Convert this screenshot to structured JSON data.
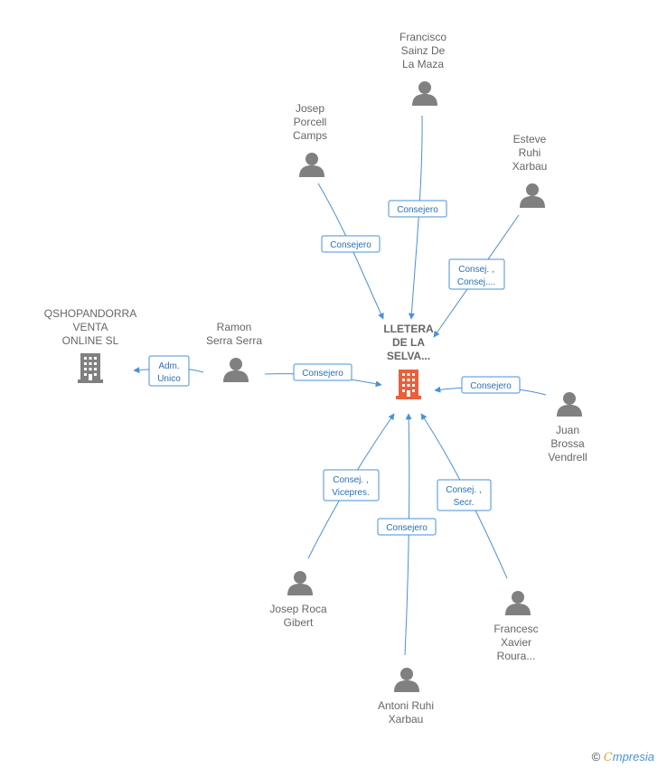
{
  "center": {
    "label_lines": [
      "LLETERA",
      "DE LA",
      "SELVA..."
    ],
    "icon": "building-icon",
    "color": "#e8603c"
  },
  "company": {
    "label_lines": [
      "QSHOPANDORRA",
      "VENTA",
      "ONLINE SL"
    ],
    "icon": "building-icon",
    "color": "#808080"
  },
  "people": [
    {
      "id": "francisco",
      "label_lines": [
        "Francisco",
        "Sainz De",
        "La Maza"
      ],
      "roles": [
        "Consejero"
      ]
    },
    {
      "id": "josep-porcell",
      "label_lines": [
        "Josep",
        "Porcell",
        "Camps"
      ],
      "roles": [
        "Consejero"
      ]
    },
    {
      "id": "esteve",
      "label_lines": [
        "Esteve",
        "Ruhi",
        "Xarbau"
      ],
      "roles": [
        "Consej. ,",
        "Consej...."
      ]
    },
    {
      "id": "ramon",
      "label_lines": [
        "Ramon",
        "Serra Serra"
      ],
      "roles": [
        "Consejero"
      ],
      "extra_roles": [
        "Adm.",
        "Unico"
      ]
    },
    {
      "id": "juan",
      "label_lines": [
        "Juan",
        "Brossa",
        "Vendrell"
      ],
      "roles": [
        "Consejero"
      ]
    },
    {
      "id": "josep-roca",
      "label_lines": [
        "Josep Roca",
        "Gibert"
      ],
      "roles": [
        "Consej. ,",
        "Vicepres."
      ]
    },
    {
      "id": "antoni",
      "label_lines": [
        "Antoni Ruhi",
        "Xarbau"
      ],
      "roles": [
        "Consejero"
      ]
    },
    {
      "id": "francesc",
      "label_lines": [
        "Francesc",
        "Xavier",
        "Roura..."
      ],
      "roles": [
        "Consej. ,",
        "Secr."
      ]
    }
  ],
  "footer": {
    "copyright": "©",
    "brand_initial": "C",
    "brand_rest": "mpresia"
  },
  "colors": {
    "edge": "#4a90d9",
    "person": "#808080",
    "text": "#666666"
  }
}
